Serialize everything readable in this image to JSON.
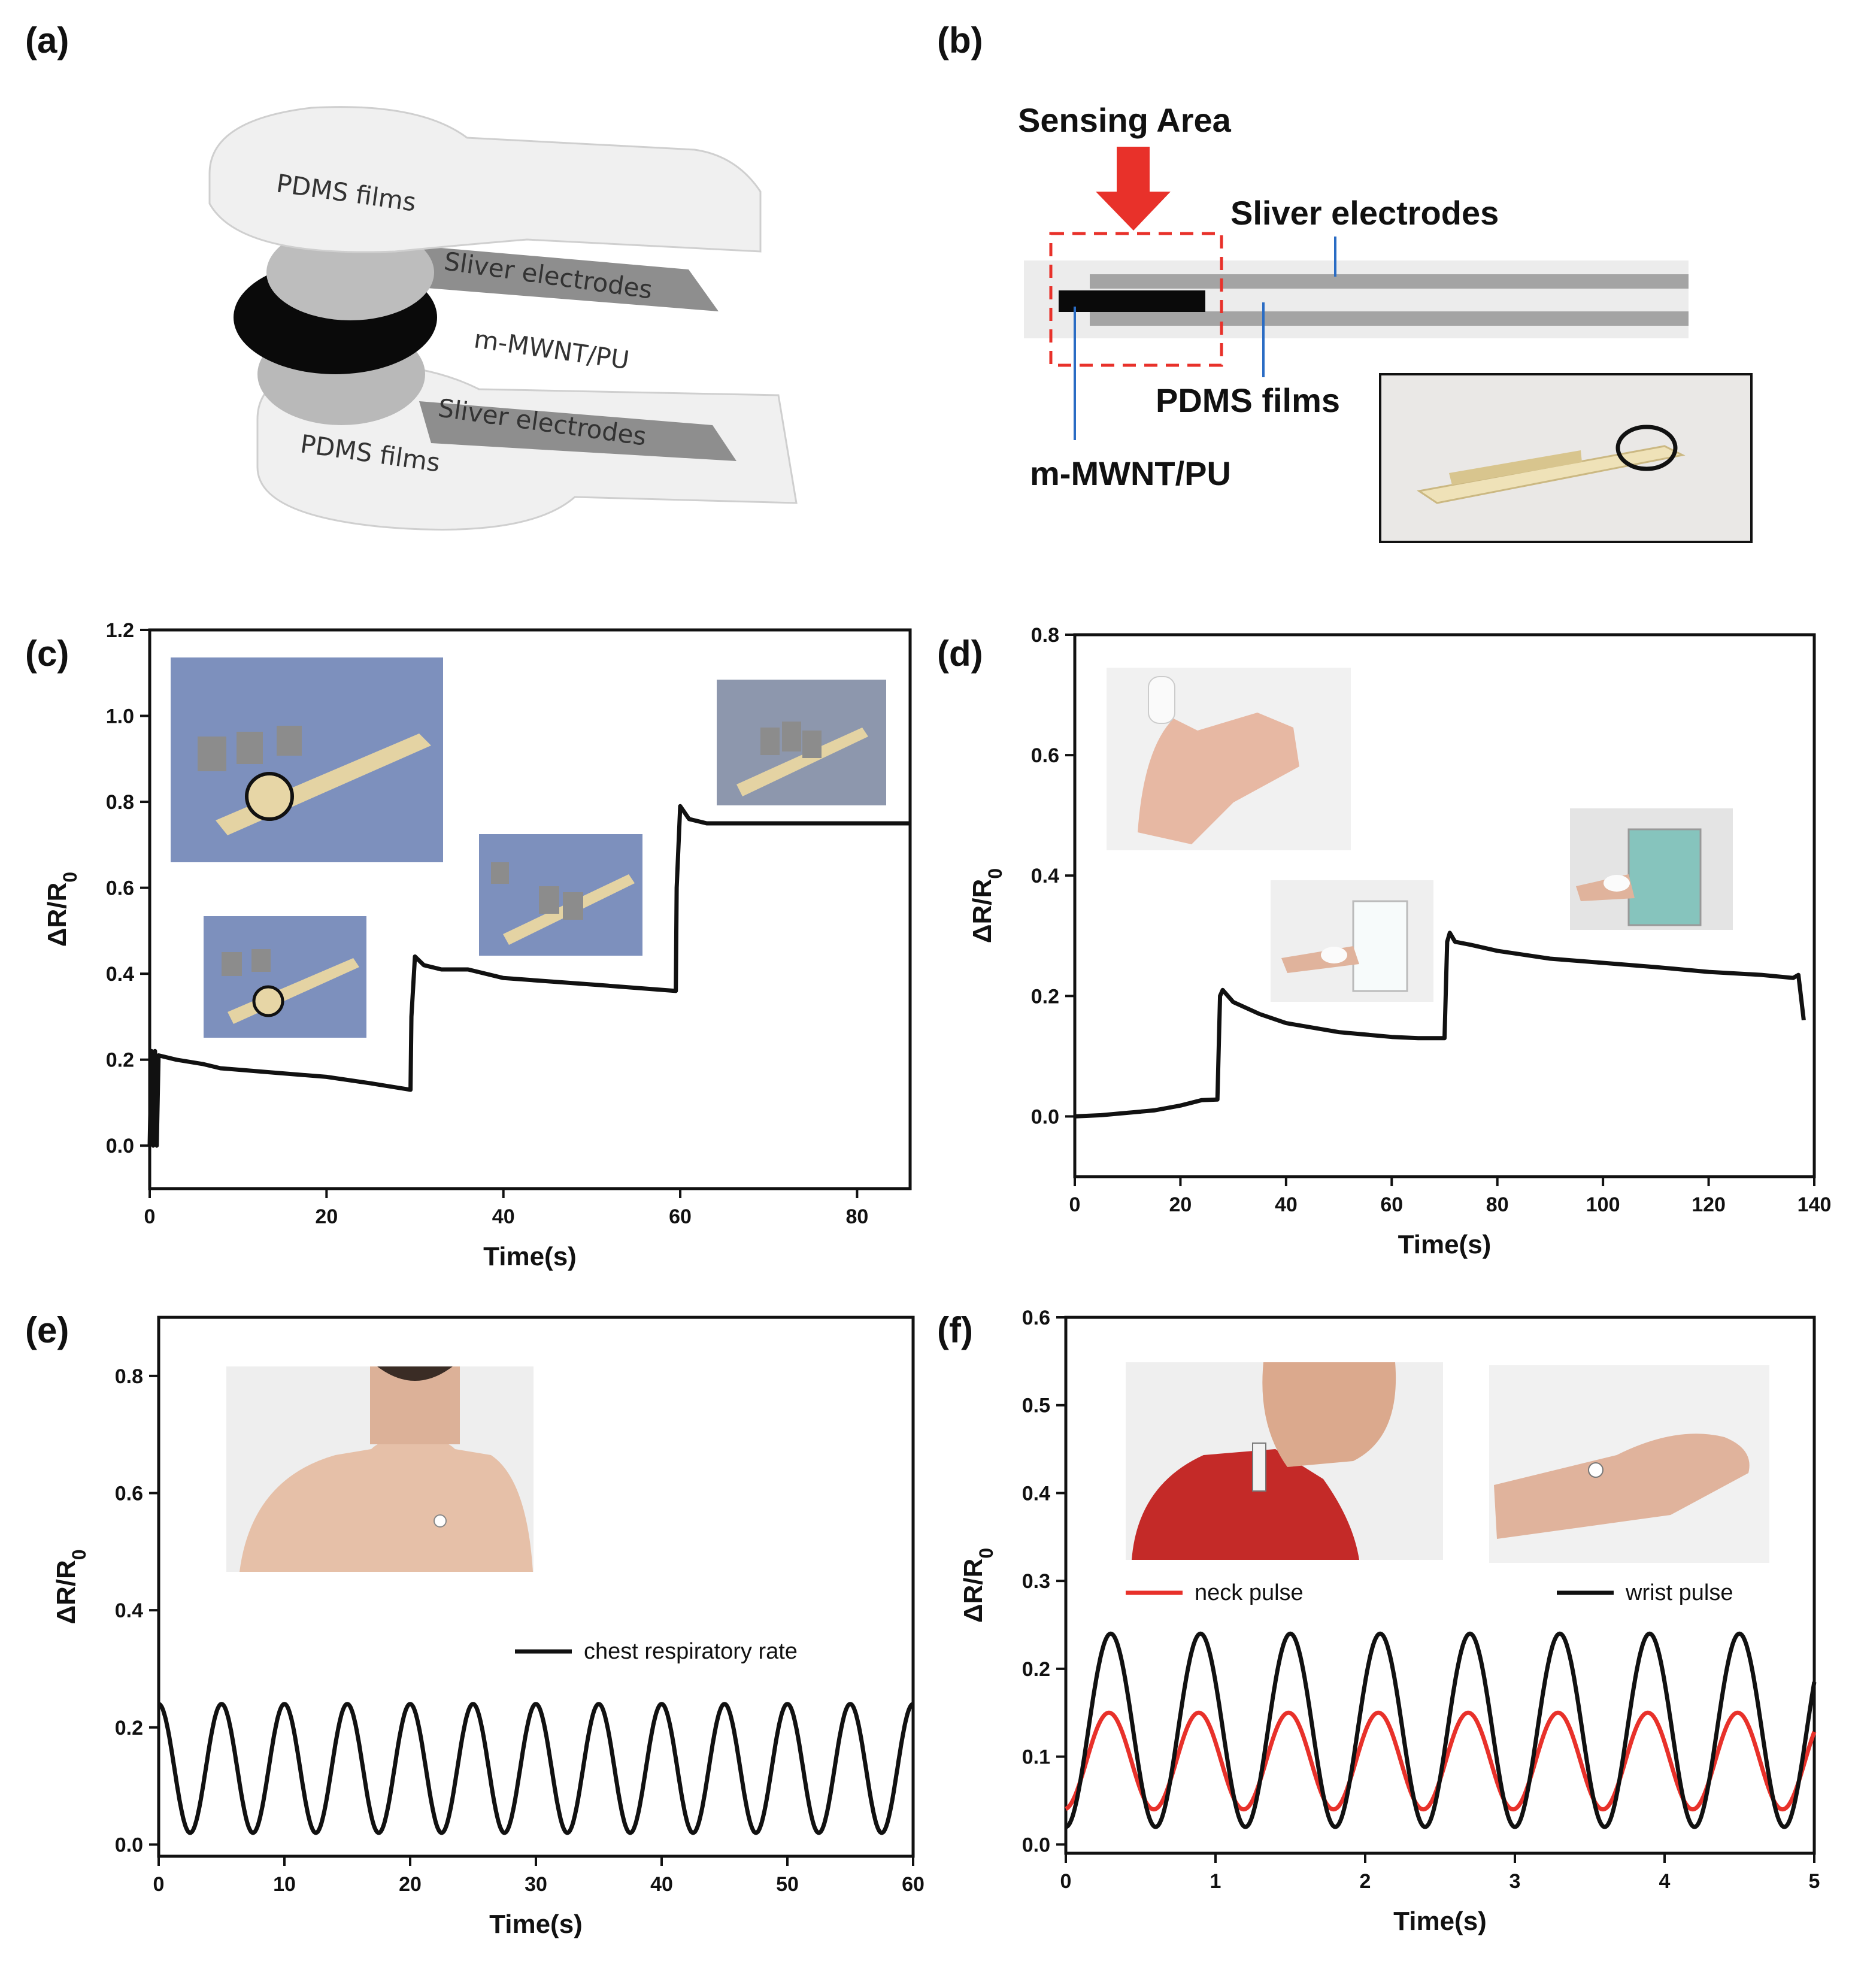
{
  "panels": {
    "a": {
      "label": "(a)",
      "layers": {
        "top_pdms": "PDMS films",
        "top_electrode": "Sliver electrodes",
        "active": "m-MWNT/PU",
        "bottom_electrode": "Sliver electrodes",
        "bottom_pdms": "PDMS films"
      }
    },
    "b": {
      "label": "(b)",
      "sensing_area": "Sensing Area",
      "electrodes": "Sliver electrodes",
      "pdms": "PDMS films",
      "active": "m-MWNT/PU"
    },
    "c": {
      "label": "(c)"
    },
    "d": {
      "label": "(d)"
    },
    "e": {
      "label": "(e)"
    },
    "f": {
      "label": "(f)"
    }
  },
  "chart_data": [
    {
      "panel": "c",
      "type": "line",
      "xlabel": "Time(s)",
      "ylabel": "ΔR/R0",
      "xlim": [
        0,
        86
      ],
      "ylim": [
        -0.1,
        1.2
      ],
      "xticks": [
        "0",
        "20",
        "40",
        "60",
        "80"
      ],
      "yticks": [
        "0.0",
        "0.2",
        "0.4",
        "0.6",
        "0.8",
        "1.0",
        "1.2"
      ],
      "series": [
        {
          "color": "#111111",
          "x": [
            0,
            0.2,
            0.4,
            0.6,
            0.8,
            1.0,
            3,
            6,
            8,
            14,
            20,
            25,
            29.5,
            29.6,
            30,
            31,
            33,
            36,
            40,
            50,
            59.5,
            59.6,
            60,
            61,
            63,
            70,
            80,
            86
          ],
          "y": [
            0.0,
            0.22,
            0.0,
            0.22,
            0.0,
            0.21,
            0.2,
            0.19,
            0.18,
            0.17,
            0.16,
            0.145,
            0.13,
            0.3,
            0.44,
            0.42,
            0.41,
            0.41,
            0.39,
            0.375,
            0.36,
            0.6,
            0.79,
            0.76,
            0.75,
            0.75,
            0.75,
            0.75
          ]
        }
      ]
    },
    {
      "panel": "d",
      "type": "line",
      "xlabel": "Time(s)",
      "ylabel": "ΔR/R0",
      "xlim": [
        0,
        140
      ],
      "ylim": [
        -0.1,
        0.8
      ],
      "xticks": [
        "0",
        "20",
        "40",
        "60",
        "80",
        "100",
        "120",
        "140"
      ],
      "yticks": [
        "0.0",
        "0.2",
        "0.4",
        "0.6",
        "0.8"
      ],
      "series": [
        {
          "color": "#111111",
          "x": [
            0,
            5,
            10,
            15,
            20,
            24,
            27,
            27.5,
            28,
            30,
            35,
            40,
            50,
            60,
            65,
            70,
            70.5,
            71,
            72,
            75,
            80,
            90,
            100,
            110,
            120,
            130,
            136,
            137,
            138
          ],
          "y": [
            0.0,
            0.002,
            0.006,
            0.01,
            0.018,
            0.027,
            0.028,
            0.2,
            0.21,
            0.19,
            0.17,
            0.155,
            0.14,
            0.132,
            0.13,
            0.13,
            0.29,
            0.305,
            0.29,
            0.285,
            0.275,
            0.262,
            0.255,
            0.248,
            0.24,
            0.235,
            0.23,
            0.235,
            0.16
          ]
        }
      ]
    },
    {
      "panel": "e",
      "type": "line",
      "xlabel": "Time(s)",
      "ylabel": "ΔR/R0",
      "xlim": [
        0,
        60
      ],
      "ylim": [
        -0.02,
        0.9
      ],
      "xticks": [
        "0",
        "10",
        "20",
        "30",
        "40",
        "50",
        "60"
      ],
      "yticks": [
        "0.0",
        "0.2",
        "0.4",
        "0.6",
        "0.8"
      ],
      "series": [
        {
          "name": "chest respiratory rate",
          "color": "#111111",
          "period": 5.0,
          "min": 0.02,
          "max": 0.24,
          "phase": 0.5
        }
      ]
    },
    {
      "panel": "f",
      "type": "line",
      "xlabel": "Time(s)",
      "ylabel": "ΔR/R0",
      "xlim": [
        0,
        5
      ],
      "ylim": [
        -0.01,
        0.6
      ],
      "xticks": [
        "0",
        "1",
        "2",
        "3",
        "4",
        "5"
      ],
      "yticks": [
        "0.0",
        "0.1",
        "0.2",
        "0.3",
        "0.4",
        "0.5",
        "0.6"
      ],
      "series": [
        {
          "name": "neck pulse",
          "color": "#e8312a",
          "period": 0.6,
          "min": 0.04,
          "max": 0.15,
          "phase": 0.02
        },
        {
          "name": "wrist pulse",
          "color": "#111111",
          "period": 0.6,
          "min": 0.02,
          "max": 0.24,
          "phase": 0.0
        }
      ]
    }
  ]
}
